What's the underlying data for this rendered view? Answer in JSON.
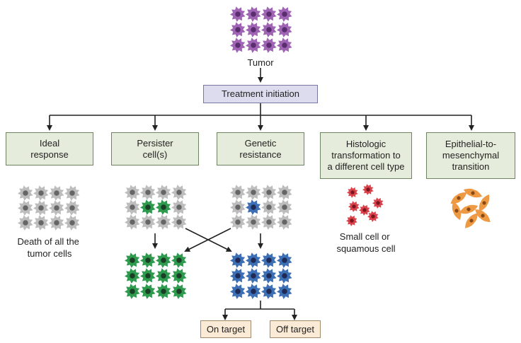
{
  "tumor_label": "Tumor",
  "treatment_label": "Treatment initiation",
  "categories": [
    {
      "label": "Ideal\nresponse"
    },
    {
      "label": "Persister\ncell(s)"
    },
    {
      "label": "Genetic\nresistance"
    },
    {
      "label": "Histologic\ntransformation to\na different cell type"
    },
    {
      "label": "Epithelial-to-\nmesenchymal\ntransition"
    }
  ],
  "ideal_caption": [
    "Death of all the",
    "tumor cells"
  ],
  "histologic_caption": [
    "Small cell or",
    "squamous cell"
  ],
  "outcomes": {
    "on_target": "On target",
    "off_target": "Off target"
  },
  "colors": {
    "purple_cell": "#a064b4",
    "purple_nucleus": "#5a2d6e",
    "gray_cell": "#bdbdbd",
    "gray_nucleus": "#666666",
    "green_cell": "#2e9a4e",
    "green_nucleus": "#1a3f26",
    "blue_cell": "#3d6fb5",
    "blue_nucleus": "#1f2a55",
    "red_cell": "#d9424a",
    "red_nucleus": "#7a1520",
    "orange_cell": "#ee9a44",
    "orange_nucleus": "#8a4a18"
  }
}
